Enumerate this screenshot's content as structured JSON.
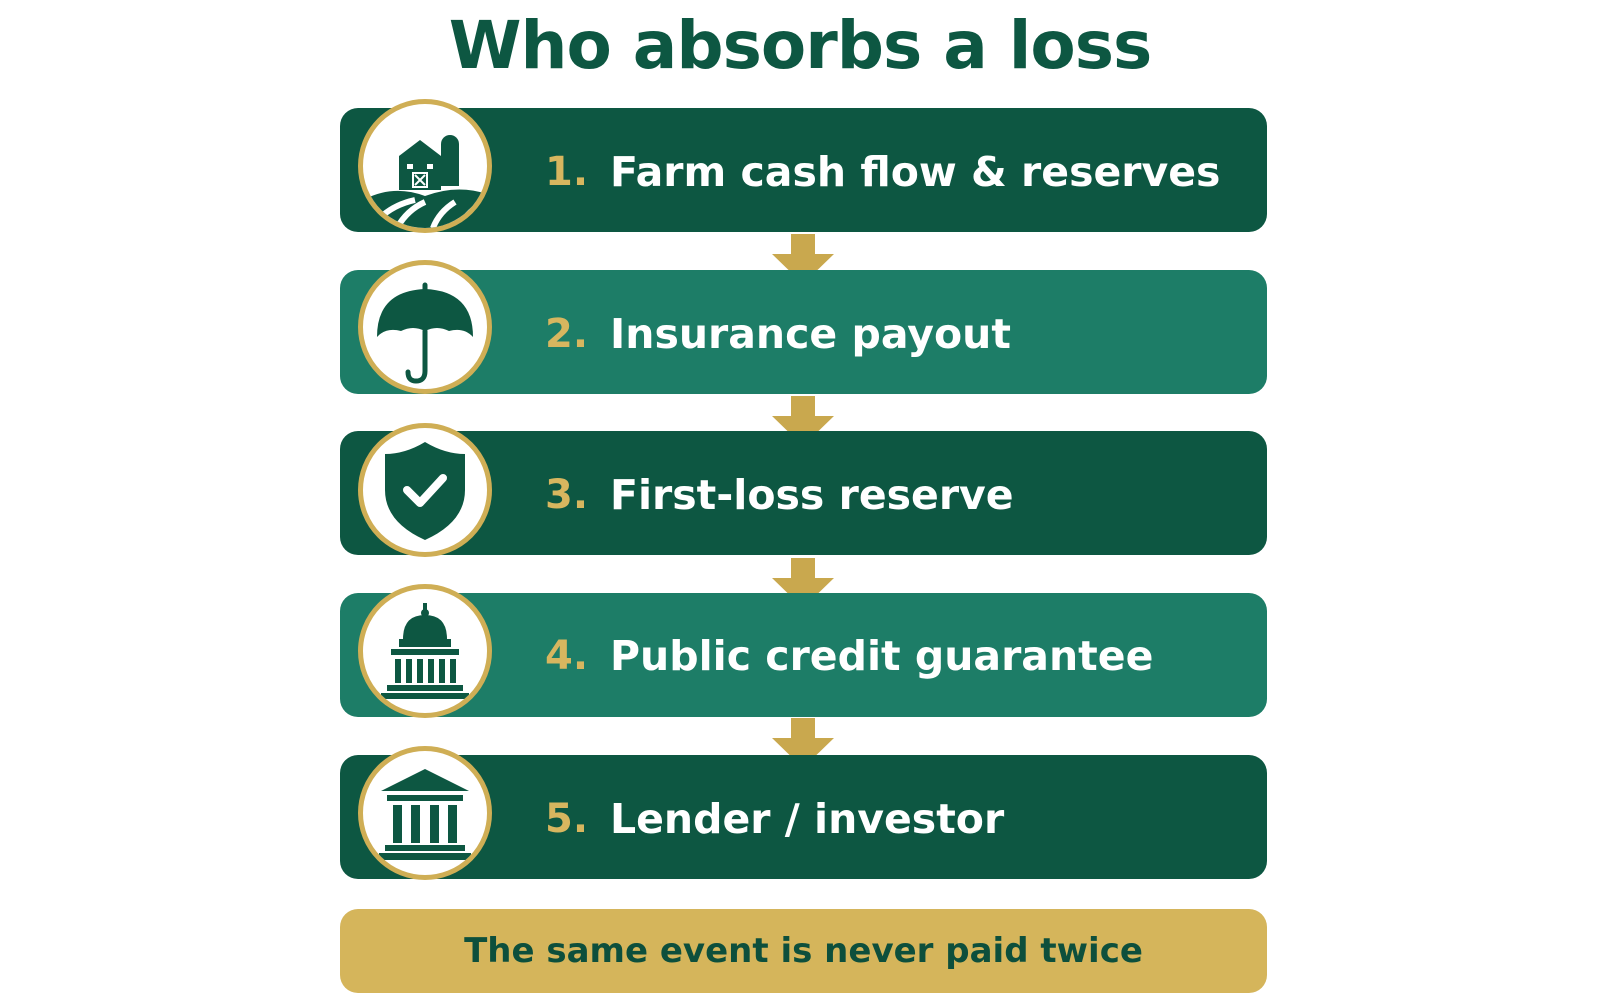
{
  "title": "Who absorbs a loss",
  "colors": {
    "dark": "#0d5742",
    "light": "#1d7d67",
    "gold": "#cfae55",
    "banner": "#d5b55b",
    "text": "#ffffff"
  },
  "steps": [
    {
      "number": "1.",
      "label": "Farm cash flow & reserves",
      "icon": "farm-barn-icon"
    },
    {
      "number": "2.",
      "label": "Insurance payout",
      "icon": "umbrella-icon"
    },
    {
      "number": "3.",
      "label": "First-loss reserve",
      "icon": "shield-check-icon"
    },
    {
      "number": "4.",
      "label": "Public credit guarantee",
      "icon": "capitol-building-icon"
    },
    {
      "number": "5.",
      "label": "Lender / investor",
      "icon": "bank-building-icon"
    }
  ],
  "footer": {
    "text": "The same event is never paid twice"
  }
}
